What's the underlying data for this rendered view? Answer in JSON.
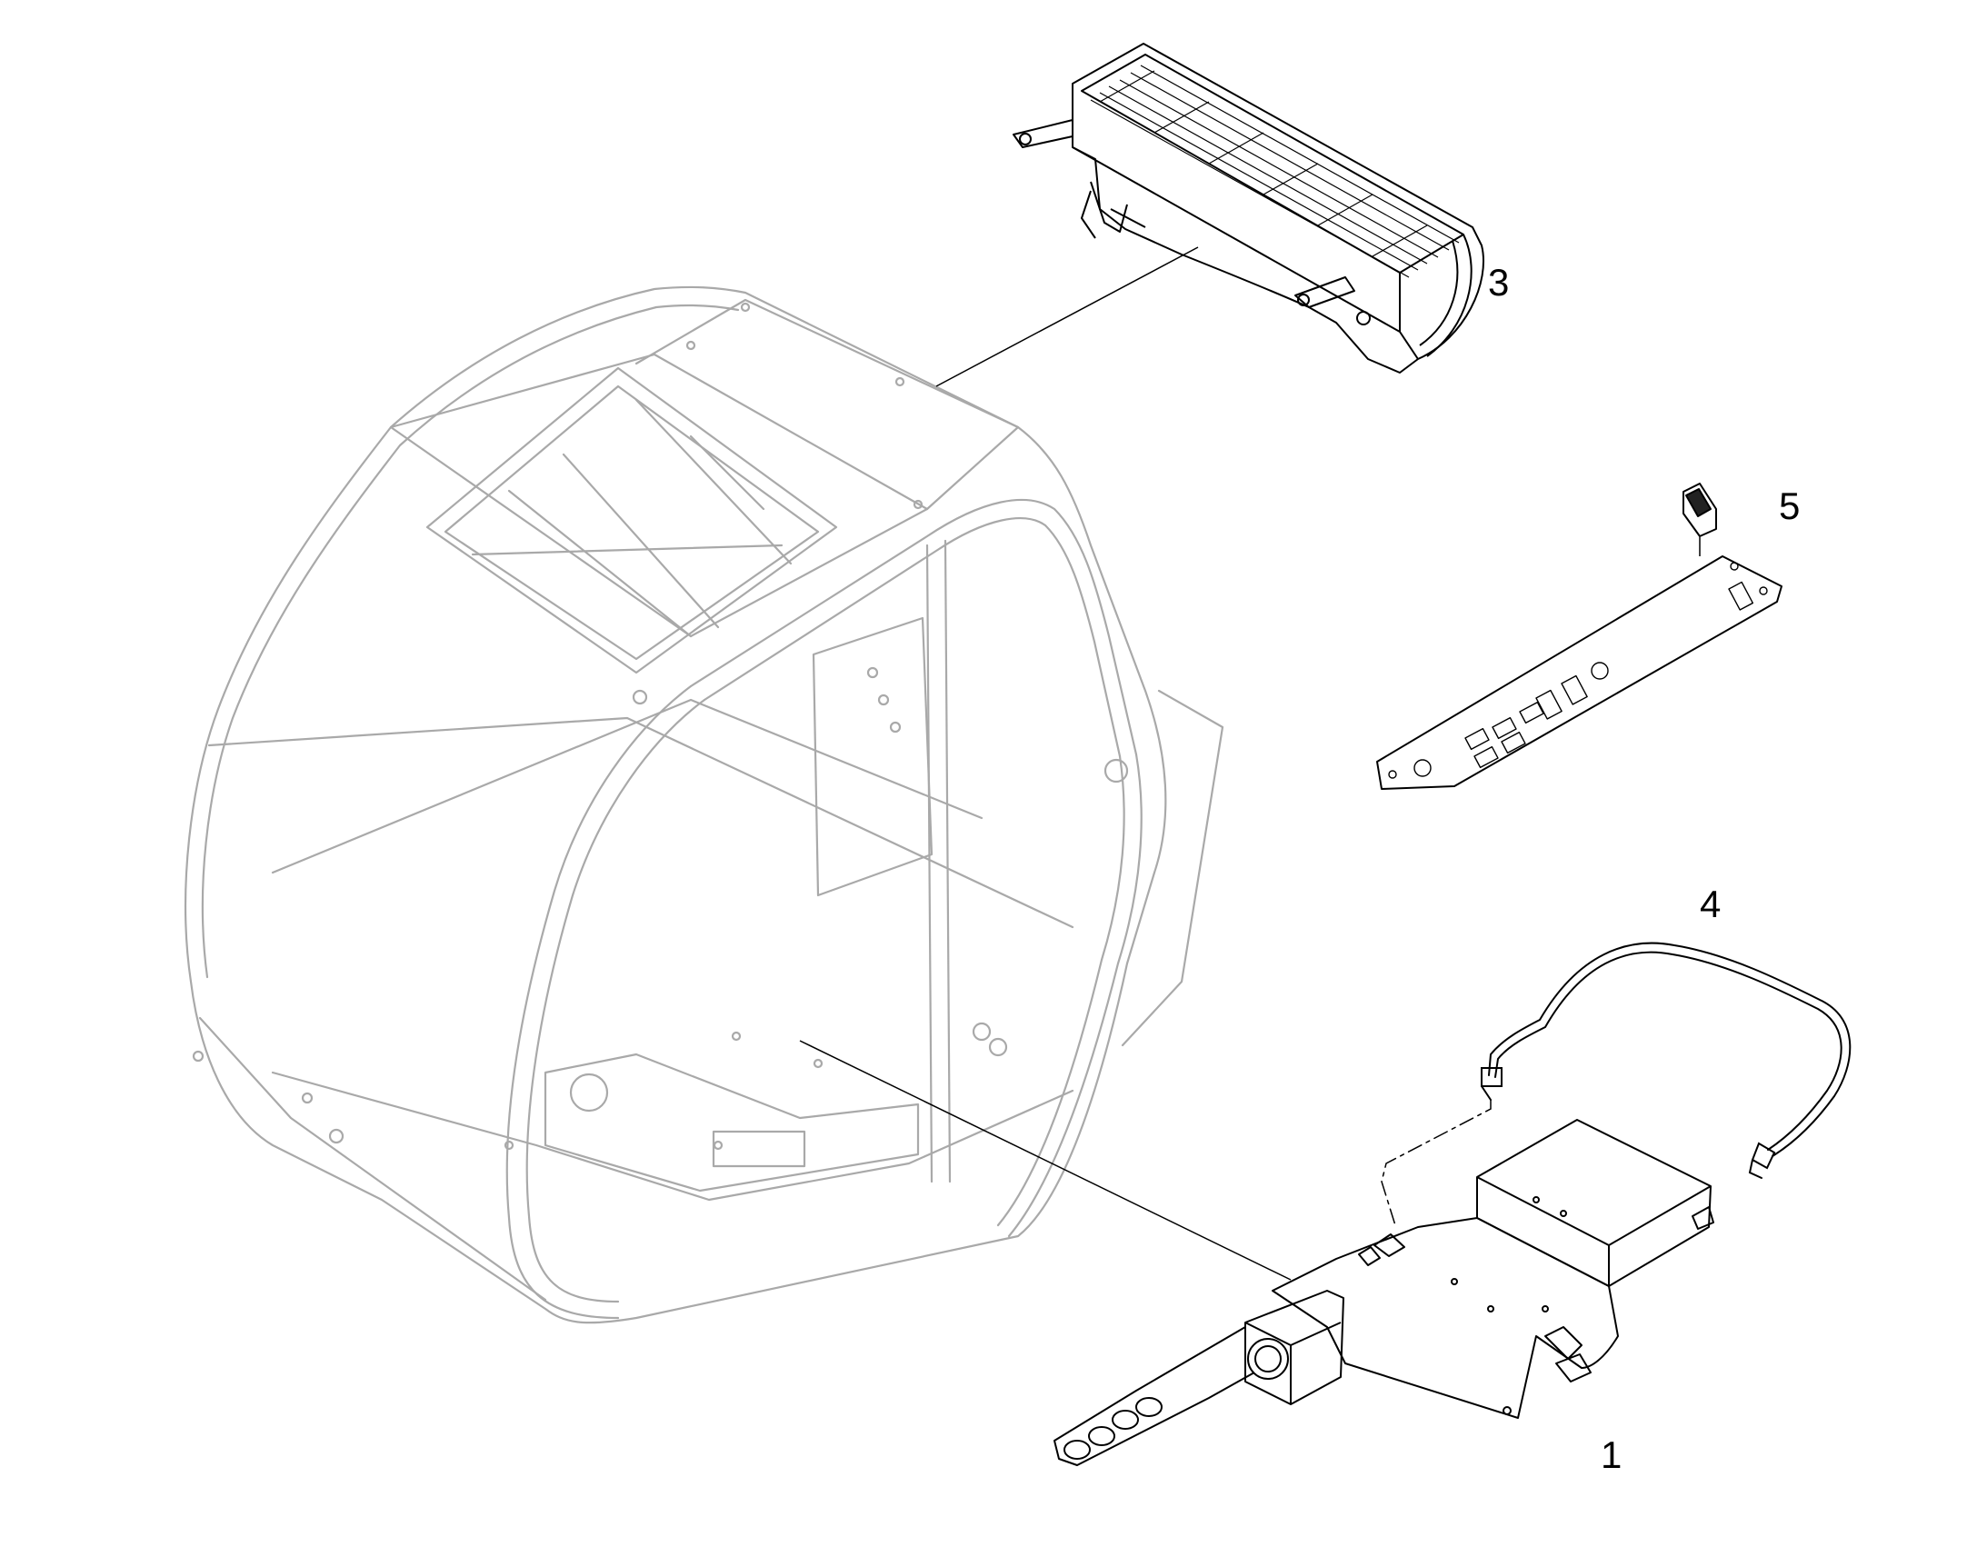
{
  "callouts": {
    "heater_unit": "1",
    "roof_fan_unit": "3",
    "hose": "4",
    "switch": "5"
  },
  "colors": {
    "cab_outline": "#a9a9a9",
    "part_outline": "#000000",
    "leader": "#000000"
  }
}
